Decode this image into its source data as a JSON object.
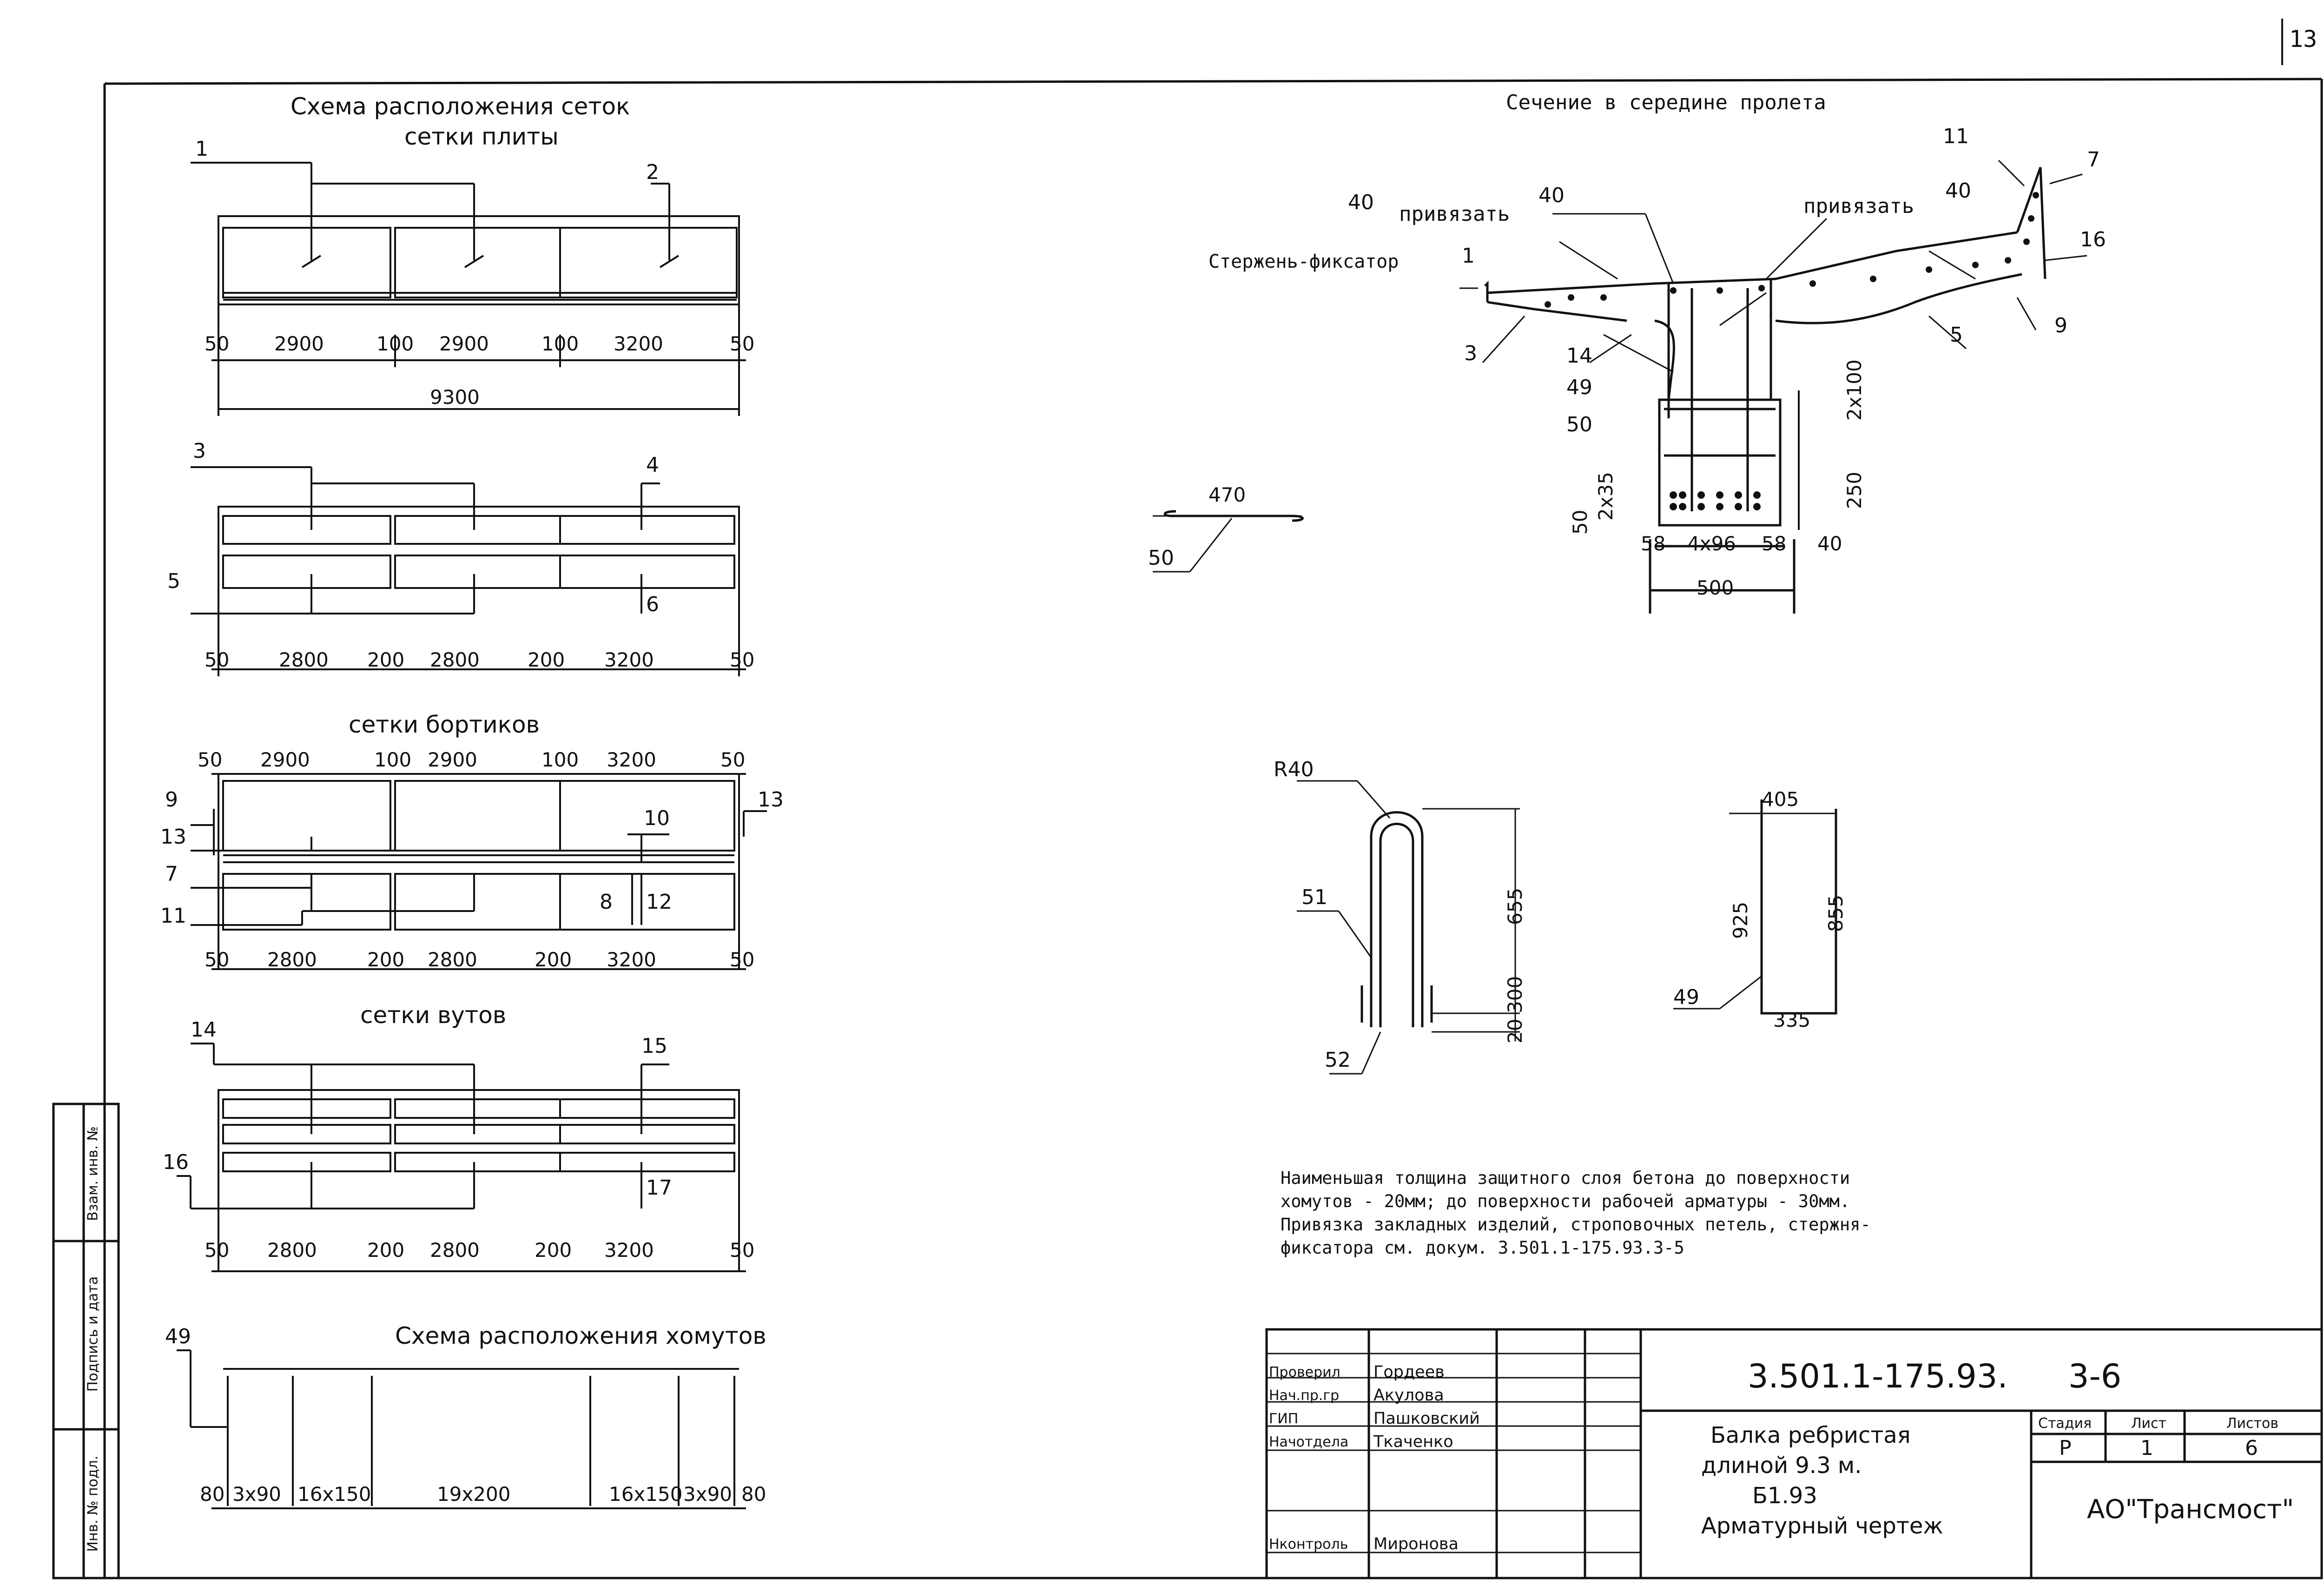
{
  "page_number": "13",
  "headings": {
    "mesh_layout": "Схема расположения сеток",
    "slab_meshes": "сетки плиты",
    "curb_meshes": "сетки бортиков",
    "haunch_meshes": "сетки вутов",
    "stirrup_layout": "Схема расположения хомутов",
    "section_mid": "Сечение в середине пролета"
  },
  "slab_mesh_1": {
    "marks": [
      "1",
      "2"
    ],
    "dims": [
      "50",
      "2900",
      "100",
      "2900",
      "100",
      "3200",
      "50"
    ],
    "total": "9300"
  },
  "slab_mesh_2": {
    "marks": [
      "3",
      "4",
      "5",
      "6"
    ],
    "dims": [
      "50",
      "2800",
      "200",
      "2800",
      "200",
      "3200",
      "50"
    ]
  },
  "curb": {
    "top_dims": [
      "50",
      "2900",
      "100",
      "2900",
      "100",
      "3200",
      "50"
    ],
    "marks": [
      "9",
      "13",
      "7",
      "11",
      "10",
      "8",
      "12",
      "13"
    ],
    "bottom_dims": [
      "50",
      "2800",
      "200",
      "2800",
      "200",
      "3200",
      "50"
    ]
  },
  "haunch": {
    "marks": [
      "14",
      "15",
      "16",
      "17"
    ],
    "dims": [
      "50",
      "2800",
      "200",
      "2800",
      "200",
      "3200",
      "50"
    ]
  },
  "stirrups": {
    "mark": "49",
    "dims": [
      "80",
      "3x90",
      "16x150",
      "19x200",
      "16x150",
      "3x90",
      "80"
    ]
  },
  "section": {
    "tie_left": "привязать",
    "tie_right": "привязать",
    "fixer_rod": "Стержень-фиксатор",
    "marks": [
      "40",
      "40",
      "40",
      "11",
      "7",
      "16",
      "1",
      "3",
      "14",
      "5",
      "9",
      "49",
      "50"
    ],
    "vertical_dims": [
      "2x100",
      "250",
      "50",
      "2x35"
    ],
    "bottom_dims": [
      "58",
      "4x96",
      "58",
      "40"
    ],
    "width": "500"
  },
  "bar_50": {
    "length": "470",
    "mark": "50"
  },
  "bar_51_52": {
    "radius": "R40",
    "marks": [
      "51",
      "52"
    ],
    "dims": [
      "655",
      "300",
      "20"
    ]
  },
  "bar_49": {
    "mark": "49",
    "dims": [
      "405",
      "925",
      "855",
      "335"
    ]
  },
  "note_lines": [
    "Наименьшая толщина защитного слоя бетона до поверхности",
    "хомутов - 20мм; до поверхности рабочей арматуры - 30мм.",
    "Привязка закладных изделий, строповочных петель, стержня-",
    "фиксатора см. докум. 3.501.1-175.93.3-5"
  ],
  "margin_stamp": [
    "Взам. инв. №",
    "Подпись и дата",
    "Инв. № подл."
  ],
  "title_block": {
    "roles": [
      "Проверил",
      "Нач.пр.гр",
      "ГИП",
      "Начотдела",
      "",
      "",
      "Нконтроль"
    ],
    "names": [
      "Гордеев",
      "Акулова",
      "Пашковский",
      "Ткаченко",
      "",
      "",
      "Миронова"
    ],
    "doc_code": "3.501.1-175.93.",
    "sheet_code": "3-6",
    "title_lines": [
      "Балка ребристая",
      "длиной 9.3 м.",
      "Б1.93",
      "Арматурный чертеж"
    ],
    "stage_header": "Стадия",
    "sheet_header": "Лист",
    "sheets_header": "Листов",
    "stage": "Р",
    "sheet": "1",
    "sheets": "6",
    "org": "АО\"Трансмост\""
  }
}
